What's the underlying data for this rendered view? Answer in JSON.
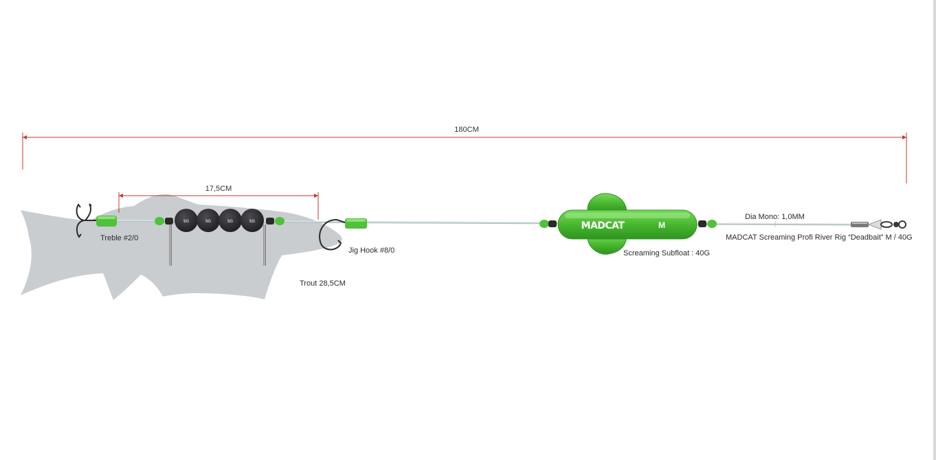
{
  "dimensions": {
    "total_length": "180CM",
    "lead_span": "17,5CM"
  },
  "labels": {
    "treble": "Treble #2/0",
    "jig_hook": "Jig Hook #8/0",
    "bait": "Trout 28,5CM",
    "subfloat": "Screaming Subfloat : 40G",
    "mono": "Dia Mono: 1,0MM",
    "product": "MADCAT Screaming Profi River Rig “Deadbait” M / 40G"
  },
  "weights": [
    "5G",
    "5G",
    "5G",
    "5G"
  ],
  "float": {
    "brand": "MADCAT",
    "size": "M"
  },
  "colors": {
    "dimension_line": "#c0392b",
    "green": "#4fc13a",
    "line": "#b8c4c8",
    "fish": "#c9cdd0",
    "weight": "#2b2b2f"
  }
}
